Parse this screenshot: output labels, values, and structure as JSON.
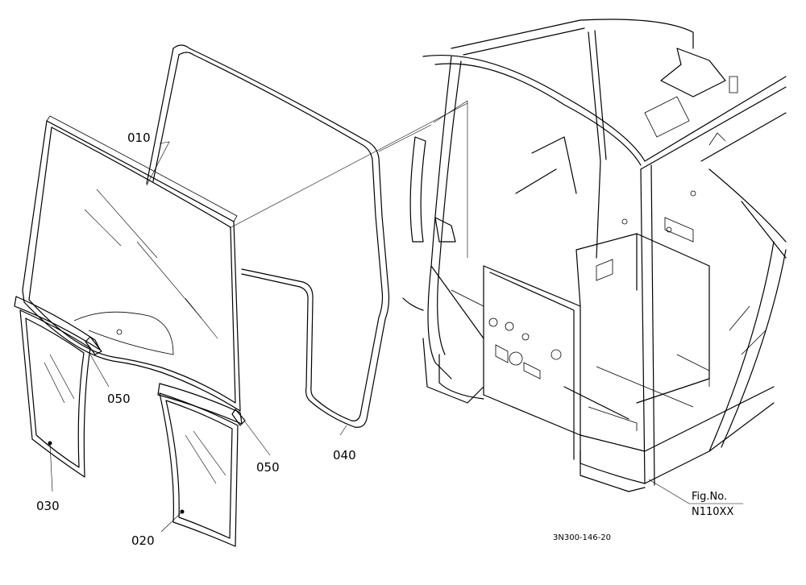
{
  "labels": {
    "p010": "010",
    "p020": "020",
    "p030": "030",
    "p040": "040",
    "p050a": "050",
    "p050b": "050"
  },
  "figure": {
    "caption_line1": "Fig.No.",
    "caption_line2": "N110XX",
    "drawing_code": "3N300-146-20"
  }
}
